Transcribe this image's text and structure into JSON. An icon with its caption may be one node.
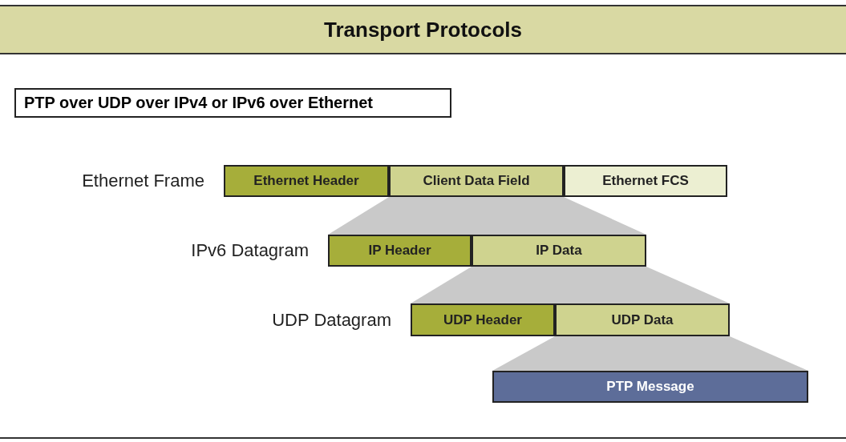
{
  "diagram": {
    "title": "Transport Protocols",
    "nodes": [
      {
        "text": [
          "PTP over UDP over IPv4 or IPv6 over Ethernet"
        ]
      },
      {
        "text": [
          "Ethernet Frame"
        ]
      },
      {
        "text": [
          "Ethernet Header"
        ],
        "in": 1
      },
      {
        "text": [
          "Client Data Field"
        ],
        "in": 1
      },
      {
        "text": [
          "Ethernet FCS"
        ],
        "in": 1
      },
      {
        "text": [
          "IPv6 Datagram"
        ]
      },
      {
        "text": [
          "IP Header"
        ],
        "in": 5
      },
      {
        "text": [
          "IP Data"
        ],
        "in": 5
      },
      {
        "text": [
          "UDP Datagram"
        ]
      },
      {
        "text": [
          "UDP Header"
        ],
        "in": 8
      },
      {
        "text": [
          "UDP Data"
        ],
        "in": 8
      },
      {
        "text": [
          "PTP Message"
        ]
      }
    ],
    "edges": [
      {
        "from": 3,
        "to": 5,
        "arrow": "none"
      },
      {
        "from": 7,
        "to": 8,
        "arrow": "none"
      },
      {
        "from": 10,
        "to": 11,
        "arrow": "none"
      }
    ]
  }
}
